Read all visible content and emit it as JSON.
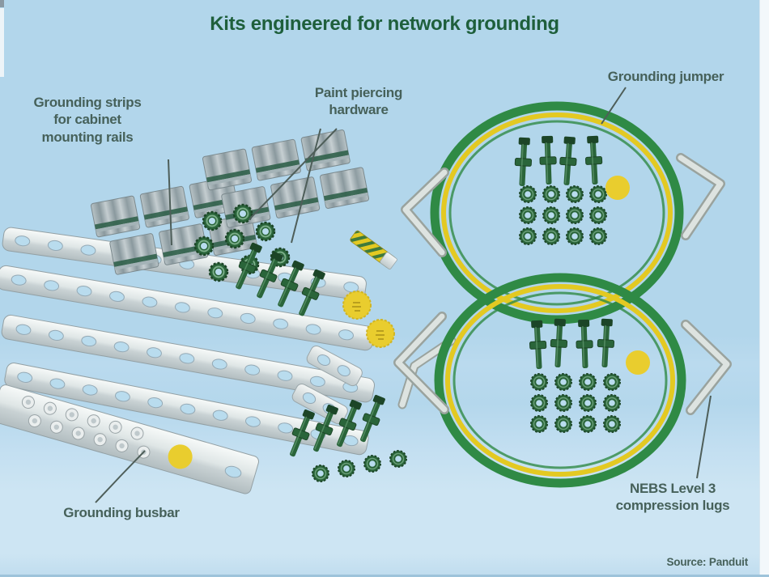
{
  "title": "Kits engineered for network grounding",
  "source_credit": "Source: Panduit",
  "annotations": {
    "grounding_strips": "Grounding strips\nfor cabinet\nmounting rails",
    "paint_piercing": "Paint piercing\nhardware",
    "grounding_jumper": "Grounding jumper",
    "grounding_busbar": "Grounding busbar",
    "nebs_lugs": "NEBS Level 3\ncompression lugs"
  },
  "colors": {
    "bg-top": "#b2d6eb",
    "bg-bottom": "#cde5f3",
    "title-green": "#1e5f3b",
    "label-text": "#46615a",
    "cable-green": "#2f8a45",
    "cable-yellow": "#e3c922",
    "hardware-green": "#2a653a",
    "hardware-green-dark": "#1c4527",
    "metal-light": "#eef2f2",
    "metal-mid": "#c6ced1",
    "metal-edge": "#93a0a4",
    "clip-gray": "#8d9ba0",
    "sticker-yellow": "#e9cd2e",
    "leader": "#4e5e59",
    "hole-blue": "#b9dcee"
  }
}
